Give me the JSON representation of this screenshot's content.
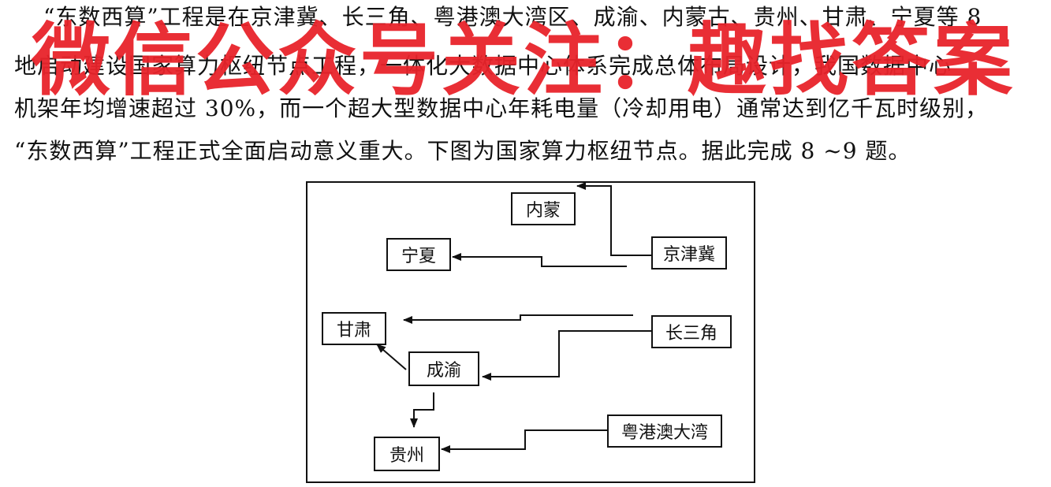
{
  "text": {
    "line1": "“东数西算”工程是在京津冀、长三角、粤港澳大湾区、成渝、内蒙古、贵州、甘肃、宁夏等 8",
    "line2": "地启动建设国家算力枢纽节点工程，一体化大数据中心体系完成总体布局设计，我国数据中心",
    "line3": "机架年均增速超过 30%，而一个超大型数据中心年耗电量（冷却用电）通常达到亿千瓦时级别，",
    "line4": "“东数西算”工程正式全面启动意义重大。下图为国家算力枢纽节点。据此完成 8 ~9 题。"
  },
  "watermark": "微信公众号关注：趣找答案",
  "diagram": {
    "nodes": {
      "neimeng": "内蒙",
      "ningxia": "宁夏",
      "jingjinji": "京津冀",
      "gansu": "甘肃",
      "changsanjiao": "长三角",
      "chengyu": "成渝",
      "guizhou": "贵州",
      "yuegangao": "粤港澳大湾"
    },
    "edges": [
      [
        "京津冀",
        "内蒙"
      ],
      [
        "京津冀",
        "宁夏"
      ],
      [
        "长三角",
        "甘肃"
      ],
      [
        "长三角",
        "成渝"
      ],
      [
        "成渝",
        "甘肃"
      ],
      [
        "成渝",
        "贵州"
      ],
      [
        "粤港澳大湾",
        "贵州"
      ]
    ]
  }
}
